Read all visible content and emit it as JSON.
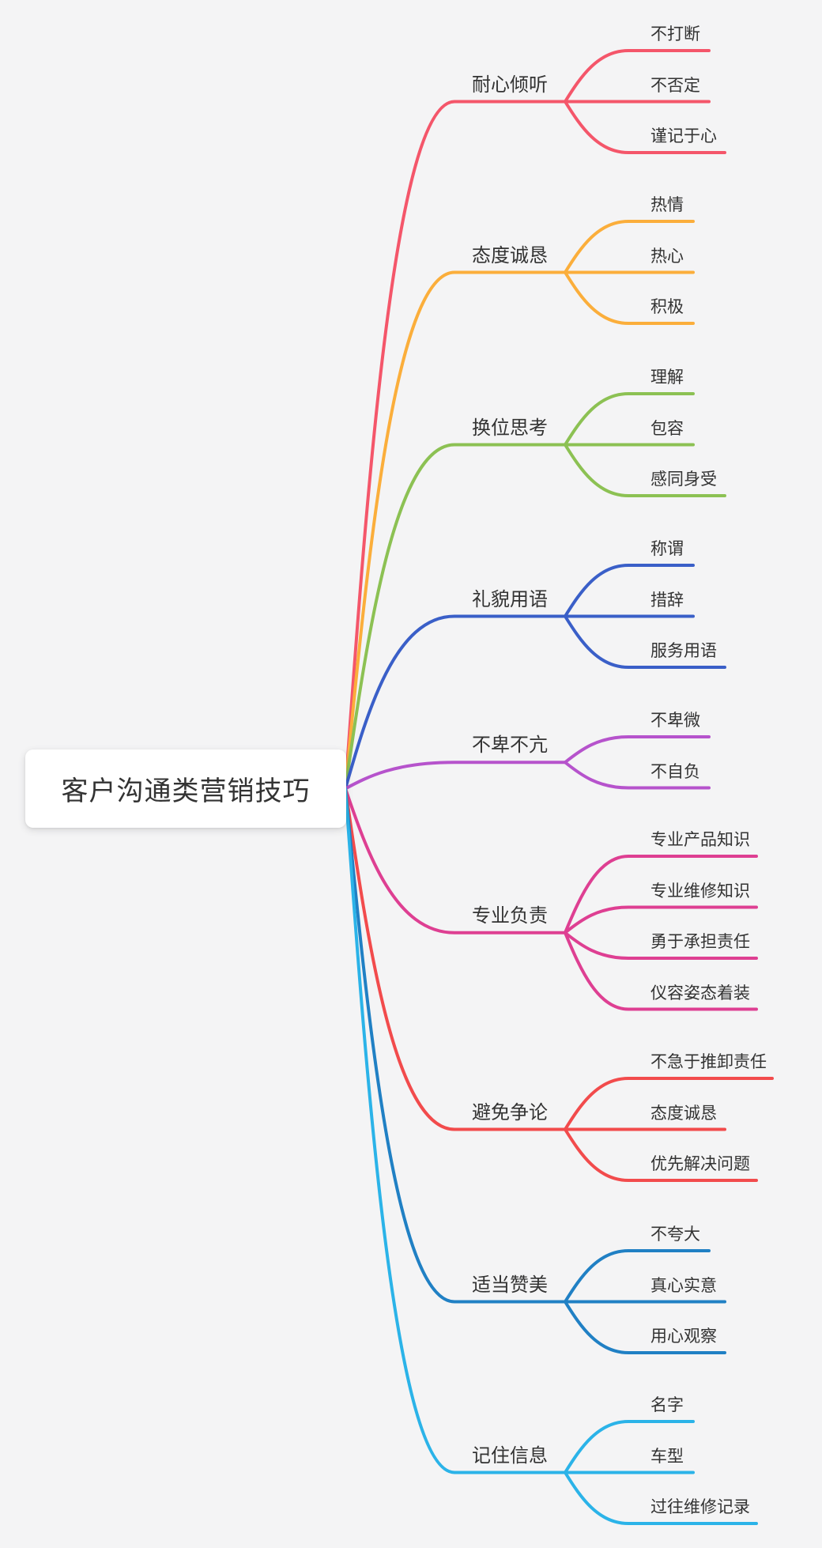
{
  "app": {
    "background": "#f4f4f5",
    "text_color": "#333333",
    "root_node_background": "#ffffff"
  },
  "root": {
    "label": "客户沟通类营销技巧"
  },
  "branches": [
    {
      "label": "耐心倾听",
      "color": "#f4566a",
      "children": [
        "不打断",
        "不否定",
        "谨记于心"
      ]
    },
    {
      "label": "态度诚恳",
      "color": "#fbae3b",
      "children": [
        "热情",
        "热心",
        "积极"
      ]
    },
    {
      "label": "换位思考",
      "color": "#8cc153",
      "children": [
        "理解",
        "包容",
        "感同身受"
      ]
    },
    {
      "label": "礼貌用语",
      "color": "#3a5fc8",
      "children": [
        "称谓",
        "措辞",
        "服务用语"
      ]
    },
    {
      "label": "不卑不亢",
      "color": "#b653cc",
      "children": [
        "不卑微",
        "不自负"
      ]
    },
    {
      "label": "专业负责",
      "color": "#de3f92",
      "children": [
        "专业产品知识",
        "专业维修知识",
        "勇于承担责任",
        "仪容姿态着装"
      ]
    },
    {
      "label": "避免争论",
      "color": "#f24b4c",
      "children": [
        "不急于推卸责任",
        "态度诚恳",
        "优先解决问题"
      ]
    },
    {
      "label": "适当赞美",
      "color": "#2080c4",
      "children": [
        "不夸大",
        "真心实意",
        "用心观察"
      ]
    },
    {
      "label": "记住信息",
      "color": "#2bb3e8",
      "children": [
        "名字",
        "车型",
        "过往维修记录"
      ]
    }
  ]
}
